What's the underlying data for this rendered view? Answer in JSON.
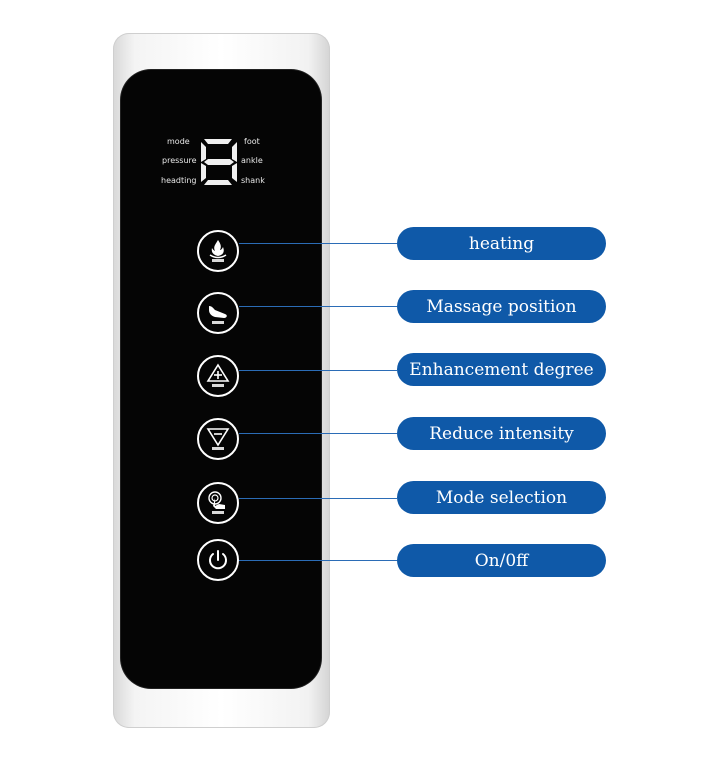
{
  "display": {
    "labels_left": [
      "mode",
      "pressure",
      "headting"
    ],
    "labels_right": [
      "foot",
      "ankle",
      "shank"
    ],
    "digit": "8"
  },
  "buttons": [
    {
      "name": "heating",
      "icon": "flame-icon",
      "caption": "heating"
    },
    {
      "name": "massage-position",
      "icon": "foot-icon",
      "caption": "Massage position"
    },
    {
      "name": "enhancement-degree",
      "icon": "triangle-up-plus-icon",
      "caption": "Enhancement degree"
    },
    {
      "name": "reduce-intensity",
      "icon": "triangle-down-minus-icon",
      "caption": "Reduce intensity"
    },
    {
      "name": "mode-selection",
      "icon": "touch-hand-icon",
      "caption": "Mode selection"
    },
    {
      "name": "on-off",
      "icon": "power-icon",
      "caption": "On/0ff"
    }
  ],
  "colors": {
    "accent": "#0f59a8",
    "panel": "#050505",
    "device_body": "#ffffff"
  }
}
